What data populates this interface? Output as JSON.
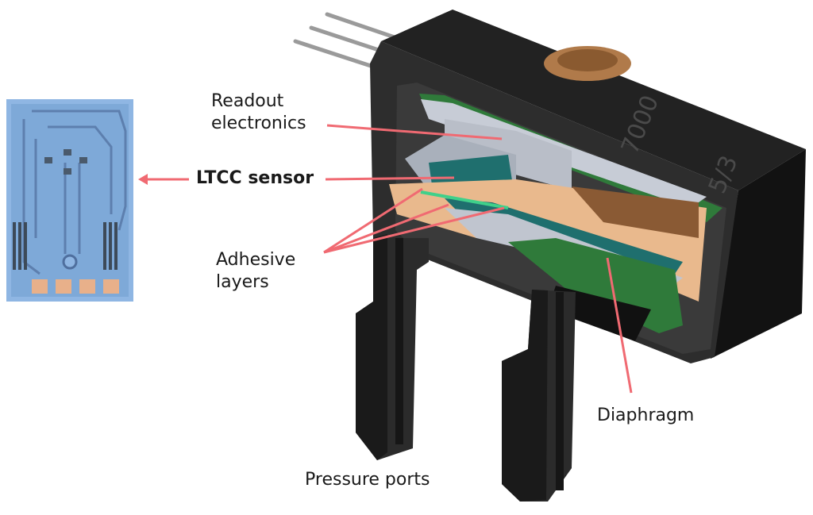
{
  "labels": {
    "readout": "Readout\nelectronics",
    "ltcc": "LTCC sensor",
    "adhesive": "Adhesive\nlayers",
    "diaphragm": "Diaphragm",
    "ports": "Pressure ports"
  },
  "housing_marks": {
    "line1": "7000",
    "line2": "5/3"
  },
  "colors": {
    "leader_line": "#f06a72",
    "housing": "#1c1c1c",
    "housing_cut": "#3a3a3a",
    "pcb_green": "#2f7a3a",
    "ltcc_teal": "#1f6f6e",
    "electronics_grey": "#b9bec8",
    "adhesive_green": "#3fd08a",
    "copper": "#b07a4a",
    "chip_blue": "#7ea9d8",
    "pad_orange": "#e8b08a"
  }
}
